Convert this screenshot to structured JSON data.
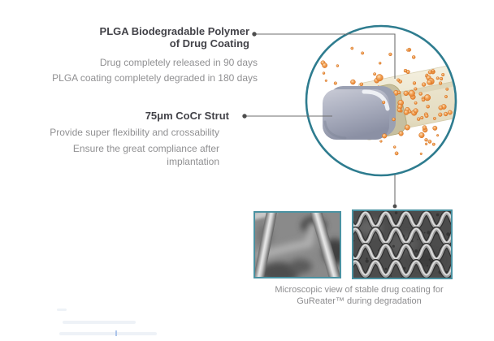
{
  "colors": {
    "accent_teal": "#2e7c8f",
    "image_border_teal": "#4a92a2",
    "drug_orange": "#ee8c3e",
    "coating_beige": "#f1edda",
    "strut_gray": "#a9adbd",
    "title_text": "#434349",
    "body_text": "#909092",
    "connector_gray": "#6e6e6e"
  },
  "callouts": {
    "coating": {
      "title_line1": "PLGA Biodegradable Polymer",
      "title_line2": "of Drug Coating",
      "lines": [
        "Drug completely released in 90 days",
        "PLGA coating completely degraded in 180 days"
      ]
    },
    "strut": {
      "title": "75μm CoCr Strut",
      "lines": [
        "Provide super flexibility and crossability",
        "Ensure the great compliance after implantation"
      ]
    }
  },
  "illustration": {
    "alt": "cross-section of CoCr stent strut with PLGA drug coating and drug particles"
  },
  "micrographs": {
    "left_alt": "SEM close-up of coated stent struts",
    "right_alt": "SEM view of stent mesh during degradation",
    "caption_line1": "Microscopic view of stable drug coating for",
    "caption_line2": "GuReater™ during degradation"
  }
}
